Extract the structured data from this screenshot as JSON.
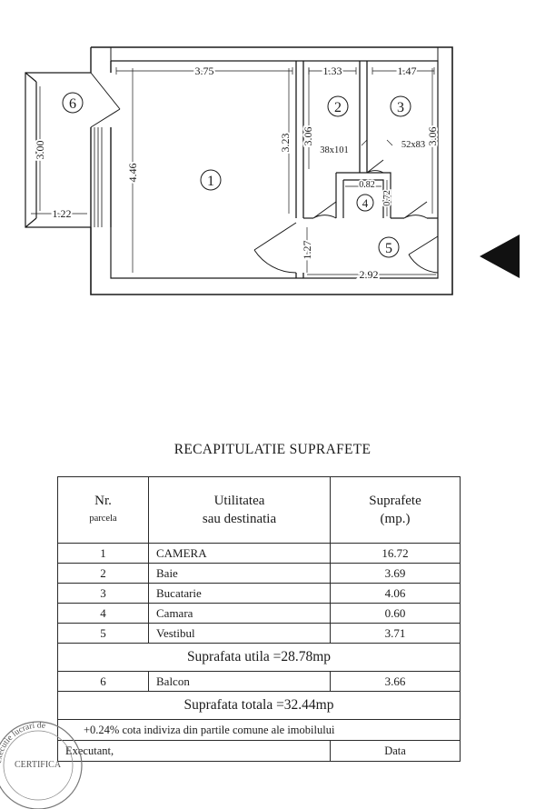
{
  "plan": {
    "rooms": [
      {
        "id": "1",
        "label": "1"
      },
      {
        "id": "2",
        "label": "2"
      },
      {
        "id": "3",
        "label": "3"
      },
      {
        "id": "4",
        "label": "4"
      },
      {
        "id": "5",
        "label": "5"
      },
      {
        "id": "6",
        "label": "6"
      }
    ],
    "dimensions": {
      "d375": "3.75",
      "d133": "1.33",
      "d147": "1.47",
      "d306a": "3.06",
      "d323": "3.23",
      "d306b": "3.06",
      "d446": "4.46",
      "d300": "3.00",
      "d122": "1.22",
      "d127": "1.27",
      "d292": "2.92",
      "d082": "0.82",
      "d072": "0.72",
      "w38x101": "38x101",
      "w52x83": "52x83"
    }
  },
  "title": "RECAPITULATIE SUPRAFETE",
  "table": {
    "head": {
      "col1_a": "Nr.",
      "col1_b": "parcela",
      "col2_a": "Utilitatea",
      "col2_b": "sau destinatia",
      "col3_a": "Suprafete",
      "col3_b": "(mp.)"
    },
    "rows": [
      {
        "nr": "1",
        "name": "CAMERA",
        "area": "16.72"
      },
      {
        "nr": "2",
        "name": "Baie",
        "area": "3.69"
      },
      {
        "nr": "3",
        "name": "Bucatarie",
        "area": "4.06"
      },
      {
        "nr": "4",
        "name": "Camara",
        "area": "0.60"
      },
      {
        "nr": "5",
        "name": "Vestibul",
        "area": "3.71"
      }
    ],
    "useful": "Suprafata utila =28.78mp",
    "balcony": {
      "nr": "6",
      "name": "Balcon",
      "area": "3.66"
    },
    "total": "Suprafata totala  =32.44mp",
    "share": "+0.24% cota indiviza din partile comune ale imobilului",
    "executant": "Executant,",
    "date": "Data"
  },
  "stamp": {
    "line1": "executie lucrari de",
    "line2": "CERTIFICA"
  }
}
